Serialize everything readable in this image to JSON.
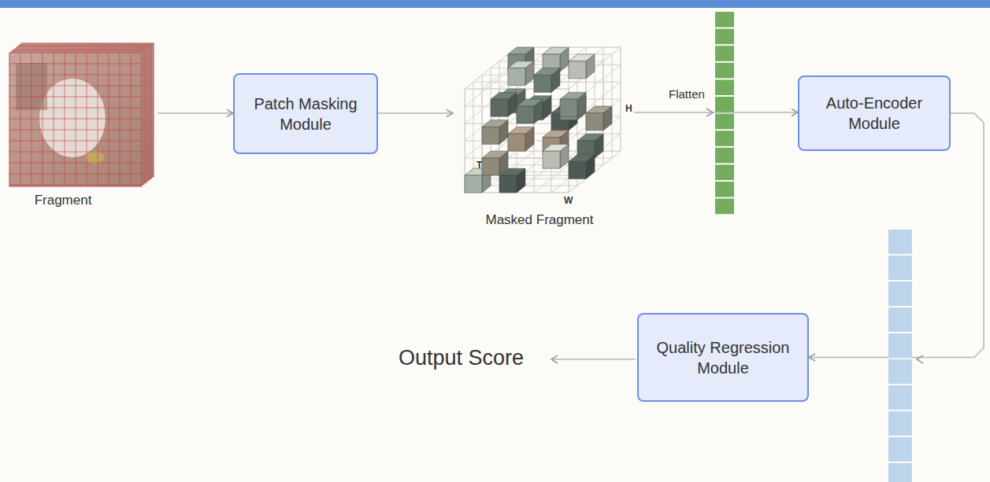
{
  "diagram": {
    "nodes": [
      {
        "text": [
          "Fragment"
        ]
      },
      {
        "text": [
          "Patch Masking Module"
        ]
      },
      {
        "text": [
          "Masked Fragment"
        ]
      },
      {
        "text": [
          "Auto-Encoder Module"
        ]
      },
      {
        "text": [
          "Quality Regression Module"
        ]
      }
    ],
    "edges": [
      {
        "from": 0,
        "to": 1,
        "arrow": "to"
      },
      {
        "from": 1,
        "to": 2,
        "arrow": "to"
      },
      {
        "from": 2,
        "to": 3,
        "arrow": "to",
        "label": "Flatten"
      },
      {
        "from": 3,
        "to": 4,
        "arrow": "to"
      }
    ],
    "labels": [
      "T",
      "W",
      "H",
      "Output Score"
    ]
  }
}
